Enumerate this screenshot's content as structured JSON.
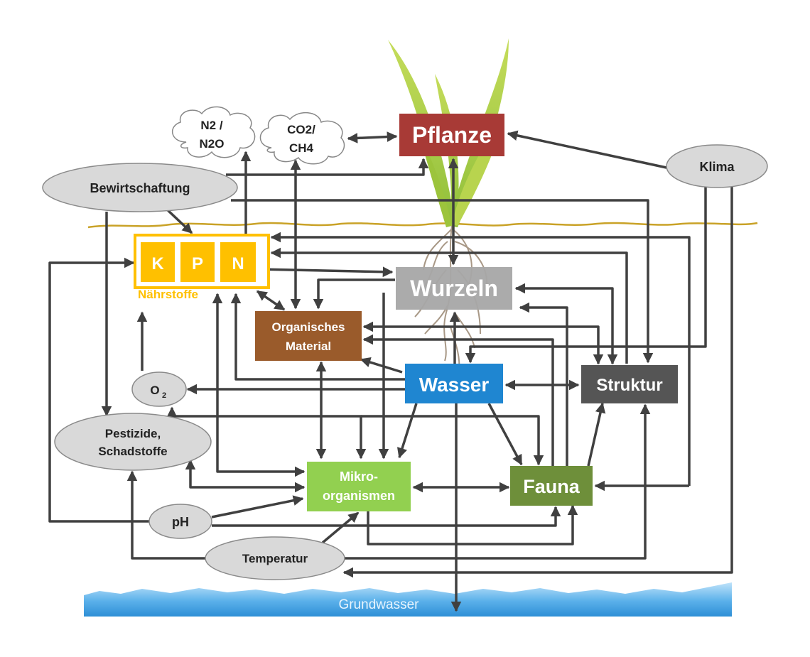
{
  "nodes": {
    "pflanze": "Pflanze",
    "wurzeln": "Wurzeln",
    "wasser": "Wasser",
    "struktur": "Struktur",
    "fauna": "Fauna",
    "mikro_line1": "Mikro-",
    "mikro_line2": "organismen",
    "organisch_line1": "Organisches",
    "organisch_line2": "Material",
    "klima": "Klima",
    "bewirtschaftung": "Bewirtschaftung",
    "pestizide_line1": "Pestizide,",
    "pestizide_line2": "Schadstoffe",
    "ph": "pH",
    "temperatur": "Temperatur",
    "o2": "O",
    "o2_sub": "2",
    "n2_line1": "N2 /",
    "n2_line2": "N2O",
    "co2_line1": "CO2/",
    "co2_line2": "CH4",
    "k": "K",
    "p": "P",
    "n": "N",
    "naehrstoffe": "Nährstoffe",
    "grundwasser": "Grundwasser"
  },
  "colors": {
    "pflanze": "#a83a36",
    "wurzeln": "#a6a6a6",
    "wasser": "#1f86d1",
    "struktur": "#555555",
    "fauna": "#6e8f3a",
    "mikro": "#92d050",
    "organisch": "#9a5b2b",
    "nutrient": "#ffc000",
    "ellipse_fill": "#d9d9d9",
    "arrow": "#404040",
    "soil_line": "#c9a227",
    "groundwater": "#2e8fd6",
    "plant": "#a9cc45"
  }
}
